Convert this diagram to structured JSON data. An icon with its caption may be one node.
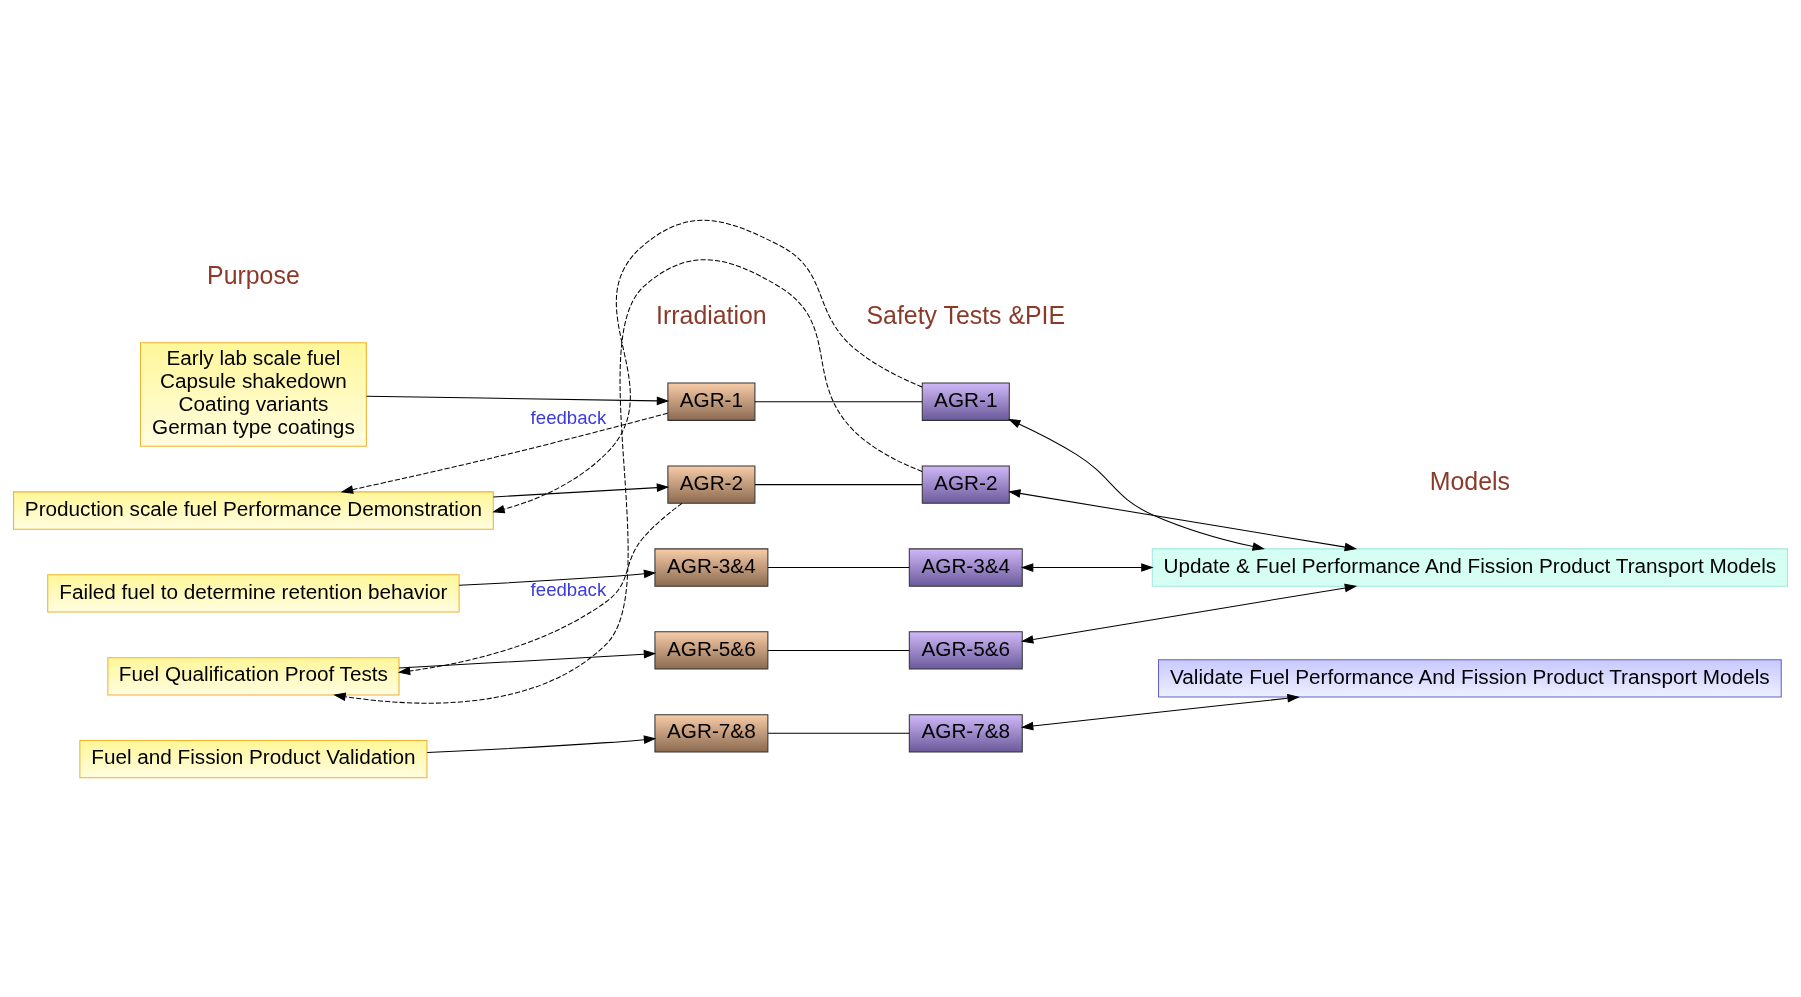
{
  "diagram": {
    "nodes": [
      {
        "text": [
          "Early lab scale fuel",
          "Capsule shakedown",
          "Coating variants",
          "German type coatings"
        ]
      },
      {
        "text": [
          "Production scale fuel Performance Demonstration"
        ]
      },
      {
        "text": [
          "Failed fuel to determine retention behavior"
        ]
      },
      {
        "text": [
          "Fuel Qualification Proof Tests"
        ]
      },
      {
        "text": [
          "Fuel and Fission Product Validation"
        ]
      },
      {
        "text": [
          "AGR-1"
        ]
      },
      {
        "text": [
          "AGR-2"
        ]
      },
      {
        "text": [
          "AGR-3&4"
        ]
      },
      {
        "text": [
          "AGR-5&6"
        ]
      },
      {
        "text": [
          "AGR-7&8"
        ]
      },
      {
        "text": [
          "AGR-1"
        ]
      },
      {
        "text": [
          "AGR-2"
        ]
      },
      {
        "text": [
          "AGR-3&4"
        ]
      },
      {
        "text": [
          "AGR-5&6"
        ]
      },
      {
        "text": [
          "AGR-7&8"
        ]
      },
      {
        "text": [
          "Update & Fuel Performance And Fission Product Transport Models"
        ]
      },
      {
        "text": [
          "Validate Fuel Performance And Fission Product Transport Models"
        ]
      }
    ],
    "edges": [
      {
        "from": 0,
        "to": 5,
        "arrow": "to"
      },
      {
        "from": 1,
        "to": 6,
        "arrow": "to"
      },
      {
        "from": 2,
        "to": 7,
        "arrow": "to"
      },
      {
        "from": 3,
        "to": 8,
        "arrow": "to"
      },
      {
        "from": 4,
        "to": 9,
        "arrow": "to"
      },
      {
        "from": 5,
        "to": 10,
        "arrow": "none"
      },
      {
        "from": 6,
        "to": 11,
        "arrow": "none"
      },
      {
        "from": 7,
        "to": 12,
        "arrow": "none"
      },
      {
        "from": 8,
        "to": 13,
        "arrow": "none"
      },
      {
        "from": 9,
        "to": 14,
        "arrow": "none"
      },
      {
        "from": 10,
        "to": 15,
        "arrow": "both"
      },
      {
        "from": 11,
        "to": 15,
        "arrow": "both"
      },
      {
        "from": 12,
        "to": 15,
        "arrow": "both"
      },
      {
        "from": 13,
        "to": 15,
        "arrow": "both"
      },
      {
        "from": 14,
        "to": 16,
        "arrow": "both"
      },
      {
        "from": 5,
        "to": 1,
        "arrow": "to",
        "style": "dashed",
        "label": "feedback"
      },
      {
        "from": 10,
        "to": 1,
        "arrow": "to",
        "style": "dashed"
      },
      {
        "from": 6,
        "to": 3,
        "arrow": "to",
        "style": "dashed",
        "label": "feedback"
      },
      {
        "from": 11,
        "to": 3,
        "arrow": "to",
        "style": "dashed"
      }
    ],
    "labels": [
      "Purpose",
      "Irradiation",
      "Safety Tests &PIE",
      "Models"
    ]
  }
}
